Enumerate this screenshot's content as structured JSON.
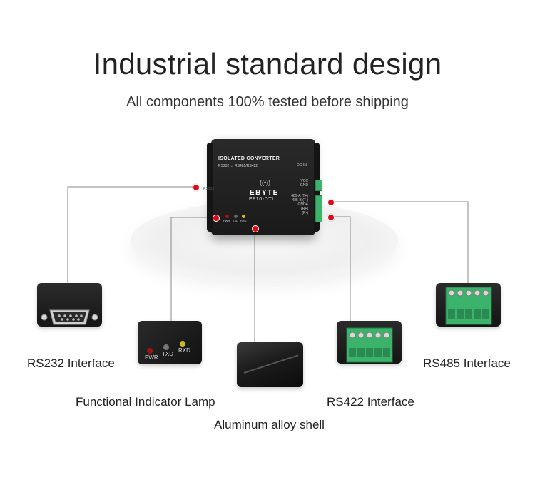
{
  "headline": "Industrial standard design",
  "subheadline": "All components 100% tested before shipping",
  "device": {
    "title": "ISOLATED CONVERTER",
    "subtitle": "RS232 ↔ RS485/RS422",
    "dc_in": "DC-IN",
    "brand": "EBYTE",
    "model": "E810-DTU",
    "port_label": "RS232",
    "power_pins": [
      "VCC",
      "GND"
    ],
    "signal_pins": [
      "485-A  (T+)",
      "485-B  (T-)",
      "GNDA",
      "(R+)",
      "(R-)"
    ],
    "leds": [
      "PWR",
      "TXD",
      "RXD"
    ]
  },
  "callouts": {
    "rs232": "RS232 Interface",
    "indicator": "Functional Indicator Lamp",
    "shell": "Aluminum alloy shell",
    "rs422": "RS422 Interface",
    "rs485": "RS485 Interface"
  },
  "thumb_leds": [
    "PWR",
    "TXD",
    "RXD"
  ],
  "colors": {
    "accent_dot": "#e30613",
    "terminal_green": "#3cb36a",
    "device_body": "#1f1f1f"
  }
}
